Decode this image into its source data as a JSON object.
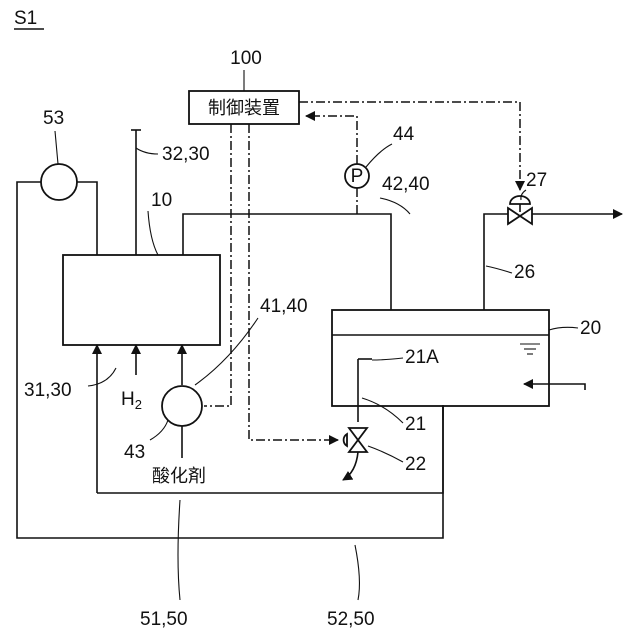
{
  "figure_label": "S1",
  "controller": {
    "ref": "100",
    "text": "制御装置"
  },
  "labels": {
    "l53": "53",
    "l32_30": "32,30",
    "l10": "10",
    "l44": "44",
    "pump_symbol": "P",
    "l42_40": "42,40",
    "l27": "27",
    "l26": "26",
    "l41_40": "41,40",
    "l20": "20",
    "l21A": "21A",
    "l31_30": "31,30",
    "h2": "H",
    "h2_sub": "2",
    "l43": "43",
    "l21": "21",
    "l22": "22",
    "oxidant": "酸化剤",
    "l51_50": "51,50",
    "l52_50": "52,50"
  }
}
